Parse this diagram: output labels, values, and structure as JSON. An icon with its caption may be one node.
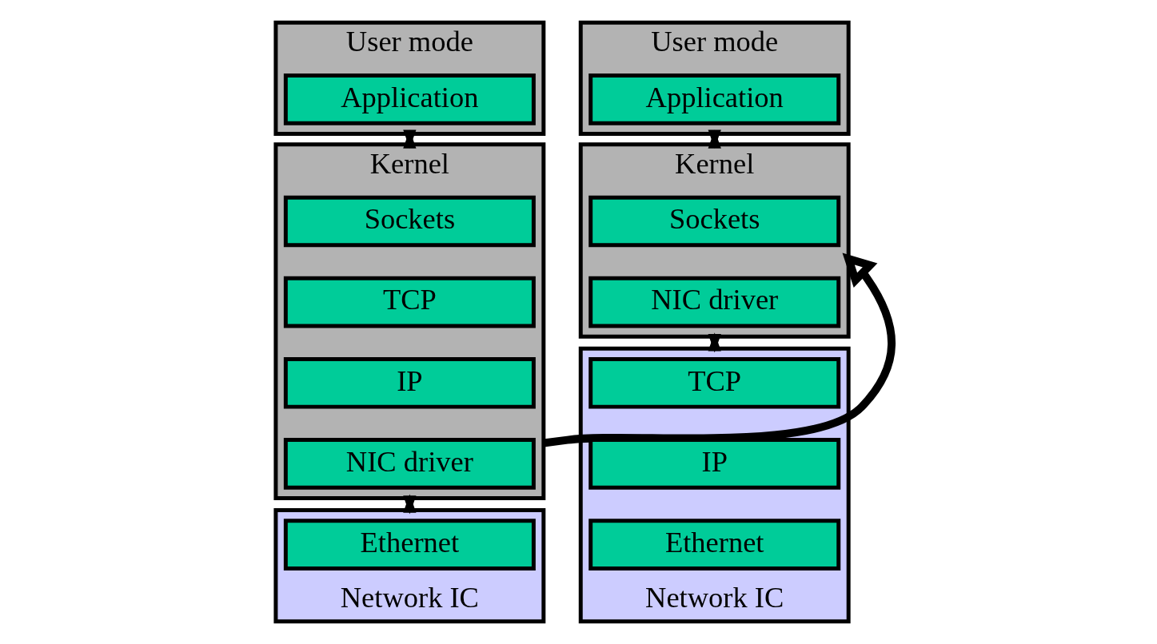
{
  "diagram": {
    "nodes": [
      {
        "text": [
          "User mode"
        ]
      },
      {
        "text": [
          "Application"
        ],
        "in": 0
      },
      {
        "text": [
          "Kernel"
        ]
      },
      {
        "text": [
          "Sockets"
        ],
        "in": 2
      },
      {
        "text": [
          "TCP"
        ],
        "in": 2
      },
      {
        "text": [
          "IP"
        ],
        "in": 2
      },
      {
        "text": [
          "NIC driver"
        ],
        "in": 2
      },
      {
        "text": [
          "Network IC"
        ]
      },
      {
        "text": [
          "Ethernet"
        ],
        "in": 7
      },
      {
        "text": [
          "User mode"
        ]
      },
      {
        "text": [
          "Application"
        ],
        "in": 9
      },
      {
        "text": [
          "Kernel"
        ]
      },
      {
        "text": [
          "Sockets"
        ],
        "in": 11
      },
      {
        "text": [
          "NIC driver"
        ],
        "in": 11
      },
      {
        "text": [
          "Network IC"
        ]
      },
      {
        "text": [
          "TCP"
        ],
        "in": 14
      },
      {
        "text": [
          "IP"
        ],
        "in": 14
      },
      {
        "text": [
          "Ethernet"
        ],
        "in": 14
      }
    ],
    "edges": [
      {
        "from": 0,
        "to": 2,
        "arrow": "both"
      },
      {
        "from": 2,
        "to": 7,
        "arrow": "both"
      },
      {
        "from": 2,
        "to": 11,
        "arrow": "to",
        "style": "thick"
      },
      {
        "from": 9,
        "to": 11,
        "arrow": "both"
      },
      {
        "from": 11,
        "to": 14,
        "arrow": "both"
      }
    ]
  }
}
